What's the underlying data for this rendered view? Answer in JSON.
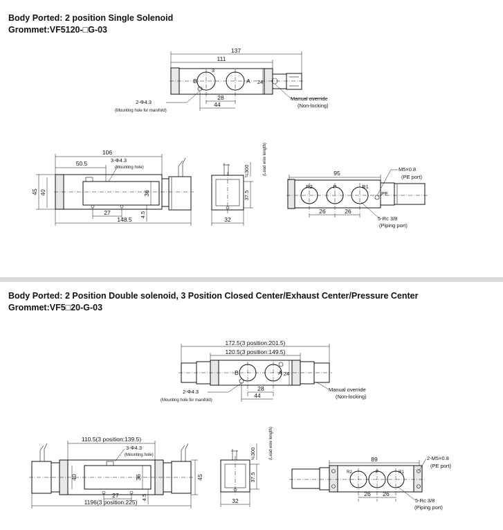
{
  "section1": {
    "title": "Body Ported: 2 position Single Solenoid",
    "subtitle": "Grommet:VF5120-□G-03",
    "top": {
      "dim_overall": "137",
      "dim_body": "111",
      "dim_28": "28",
      "dim_44": "44",
      "dim_24": "24",
      "port_b": "B",
      "port_a": "A",
      "mark_3": "3",
      "hole_note": "2-Φ4.3",
      "hole_caption": "(Mounting hole for manifold)",
      "override_label": "Manual override",
      "override_sub": "(Non-locking)"
    },
    "side": {
      "dim_106": "106",
      "dim_50_5": "50.5",
      "hole_note": "3-Φ4.3",
      "hole_caption": "(Mounting hole)",
      "dim_45": "45",
      "dim_40": "40",
      "dim_36": "36",
      "dim_27": "27",
      "dim_4_5": "4.5",
      "dim_148_5": "148.5"
    },
    "end": {
      "dim_300": "≒300",
      "lead_label": "(Lead wire length)",
      "dim_37_5": "37.5",
      "dim_32": "32"
    },
    "bottom": {
      "dim_95": "95",
      "m5": "M5×0.8",
      "pe_port": "(PE port)",
      "pe": "PE",
      "r2": "R2",
      "p": "P",
      "r1": "R1",
      "dim_26a": "26",
      "dim_26b": "26",
      "rc": "5-Rc 3/8",
      "piping": "(Piping port)"
    }
  },
  "section2": {
    "title": "Body Ported: 2 Position Double solenoid, 3 Position Closed Center/Exhaust Center/Pressure Center",
    "subtitle": "Grommet:VF5□20-G-03",
    "top": {
      "dim_overall": "172.5(3 position:201.5)",
      "dim_body": "120.5(3 position:149.5)",
      "dim_28": "28",
      "dim_44": "44",
      "dim_24": "24",
      "port_b": "B",
      "port_a": "A",
      "hole_note": "2-Φ4.3",
      "hole_caption": "(Mounting hole for manifold)",
      "override_label": "Manual override",
      "override_sub": "(Non-locking)"
    },
    "side": {
      "dim_110_5": "110.5(3 position:139.5)",
      "hole_note": "3-Φ4.3",
      "hole_caption": "(Mounting hole)",
      "dim_40": "40",
      "dim_45": "45",
      "dim_36": "36",
      "dim_27": "27",
      "dim_4_5": "4.5",
      "dim_1196": "1196(3 position:225)"
    },
    "end": {
      "dim_300": "≒300",
      "lead_label": "(Lead wire length)",
      "dim_37_5": "37.5",
      "dim_32": "32"
    },
    "bottom": {
      "dim_89": "89",
      "m5": "2-M5×0.8",
      "pe_port": "(PE port)",
      "r2": "R2",
      "p": "P",
      "r1": "R1",
      "dim_26a": "26",
      "dim_26b": "26",
      "rc": "5-Rc 3/8",
      "piping": "(Piping port)"
    }
  }
}
